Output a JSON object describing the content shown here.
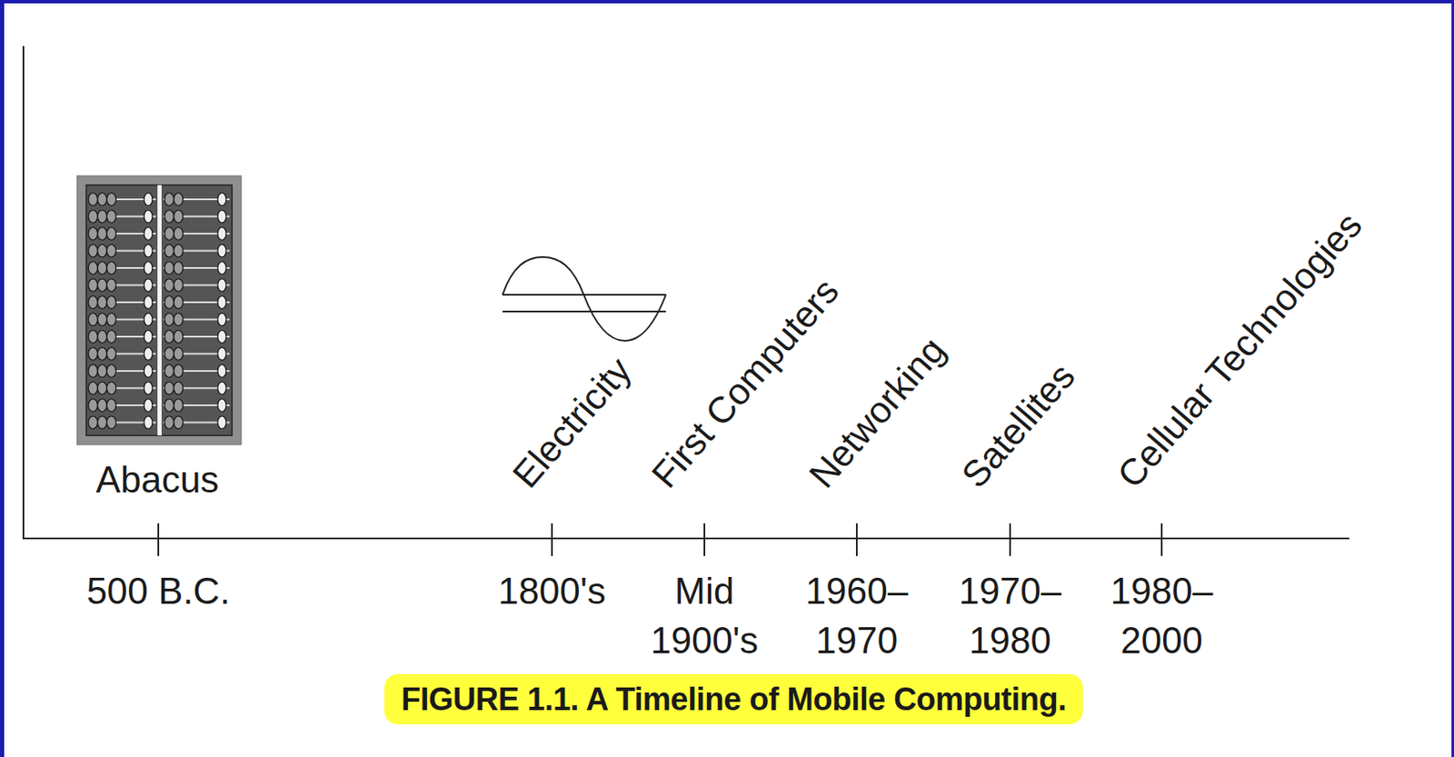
{
  "diagram": {
    "caption": "FIGURE 1.1.  A Timeline of Mobile Computing.",
    "labels": [
      "Abacus",
      "Electricity",
      "First Computers",
      "Networking",
      "Satellites",
      "Cellular Technologies",
      "500 B.C.",
      "1800's",
      "Mid 1900's",
      "1960– 1970",
      "1970– 1980",
      "1980– 2000"
    ]
  }
}
